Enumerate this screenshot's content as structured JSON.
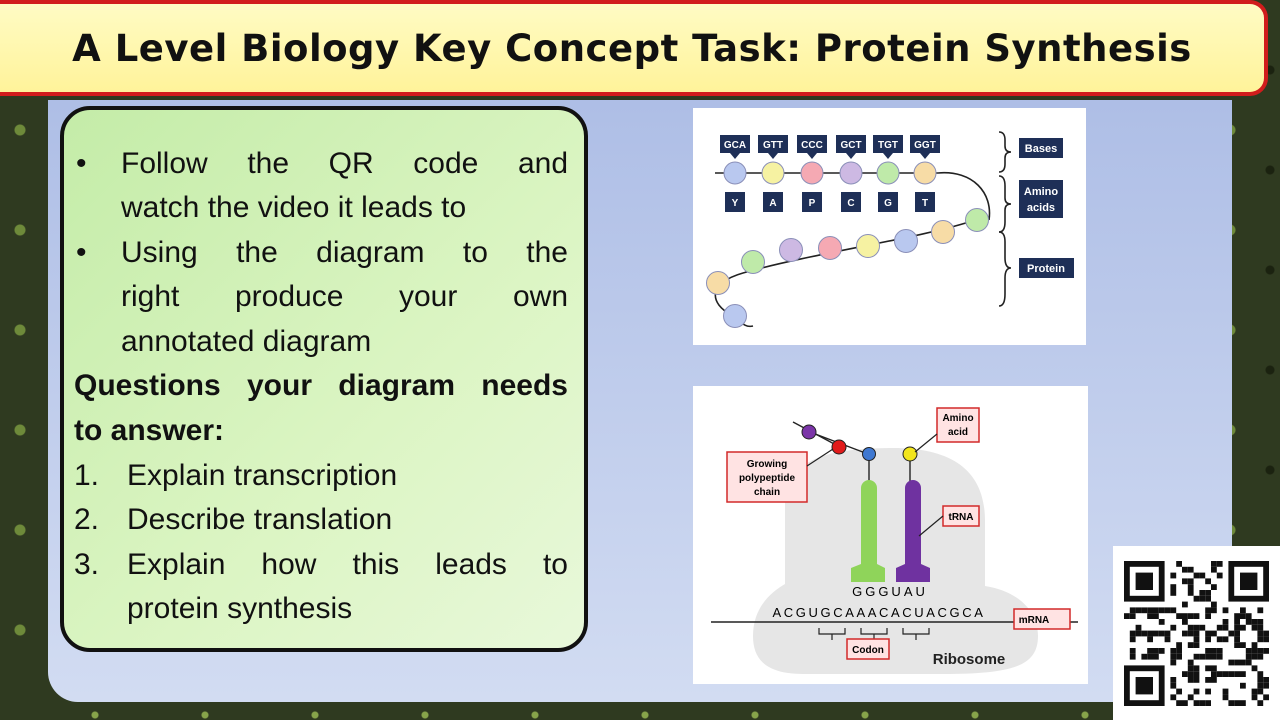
{
  "title": "A Level Biology Key Concept Task: Protein Synthesis",
  "instructions": {
    "bullets": [
      {
        "lines": [
          "Follow the QR code and",
          "watch the video it leads to"
        ]
      },
      {
        "lines": [
          "Using the diagram to the",
          "right produce your own",
          "annotated diagram"
        ]
      }
    ],
    "questions_heading": [
      "Questions your diagram needs",
      "to answer:"
    ],
    "questions": [
      {
        "num": "1.",
        "lines": [
          "Explain transcription"
        ]
      },
      {
        "num": "2.",
        "lines": [
          "Describe translation"
        ]
      },
      {
        "num": "3.",
        "lines": [
          "Explain how this leads to",
          "protein synthesis"
        ]
      }
    ]
  },
  "protein_diagram": {
    "codons": [
      "GCA",
      "GTT",
      "CCC",
      "GCT",
      "TGT",
      "GGT"
    ],
    "amino_letters": [
      "Y",
      "A",
      "P",
      "C",
      "G",
      "T"
    ],
    "labels": {
      "bases": "Bases",
      "amino_line1": "Amino",
      "amino_line2": "acids",
      "protein": "Protein"
    },
    "bead_colors": [
      "#b9c8ef",
      "#f6f2a2",
      "#f5a9b3",
      "#cdb9e3",
      "#bfeaa9",
      "#f7dca6"
    ]
  },
  "ribosome_diagram": {
    "anticodon": "GGGUAU",
    "mrna_sequence": "ACGUGCAAACACUACGCA",
    "labels": {
      "amino_line1": "Amino",
      "amino_line2": "acid",
      "growing_line1": "Growing",
      "growing_line2": "polypeptide",
      "growing_line3": "chain",
      "trna": "tRNA",
      "mrna": "mRNA",
      "codon": "Codon",
      "ribosome": "Ribosome"
    },
    "colors": {
      "trna_green": "#8fd45a",
      "trna_purple": "#6f32a0",
      "label_border": "#d22a2a",
      "ribosome": "#e6e6e6"
    }
  },
  "qr": {
    "label": "QR code"
  }
}
